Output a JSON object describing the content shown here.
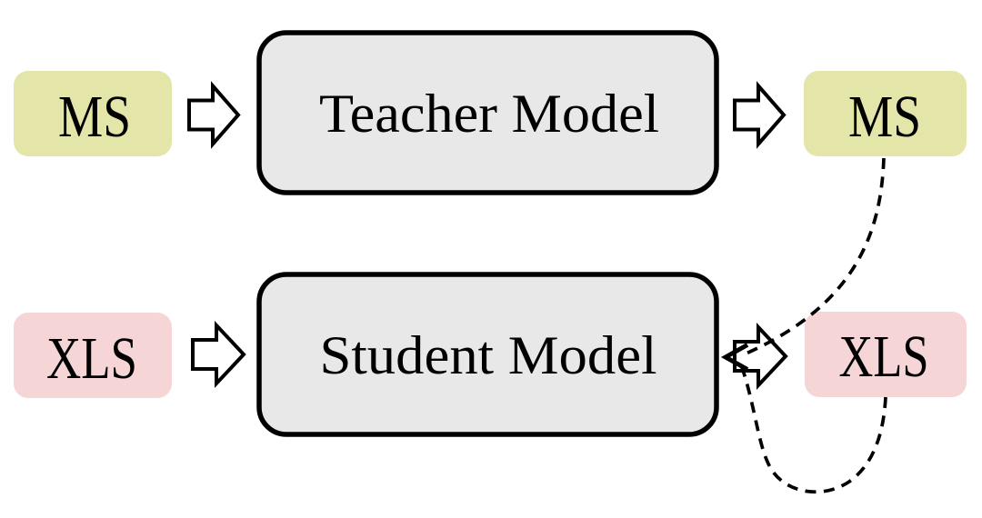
{
  "figure": {
    "description": "Teacher-student knowledge distillation diagram",
    "background_color": "#ffffff",
    "outline_color": "#000000",
    "top_row": {
      "input_label": "MS",
      "model_label": "Teacher Model",
      "output_label": "MS"
    },
    "bottom_row": {
      "input_label": "XLS",
      "model_label": "Student Model",
      "output_label": "XLS"
    },
    "colors": {
      "ms_box_fill": "#e4e6a9",
      "xls_box_fill": "#f6d5d7",
      "model_box_fill": "#e8e8e8",
      "block_arrow_fill": "#ffffff"
    }
  }
}
